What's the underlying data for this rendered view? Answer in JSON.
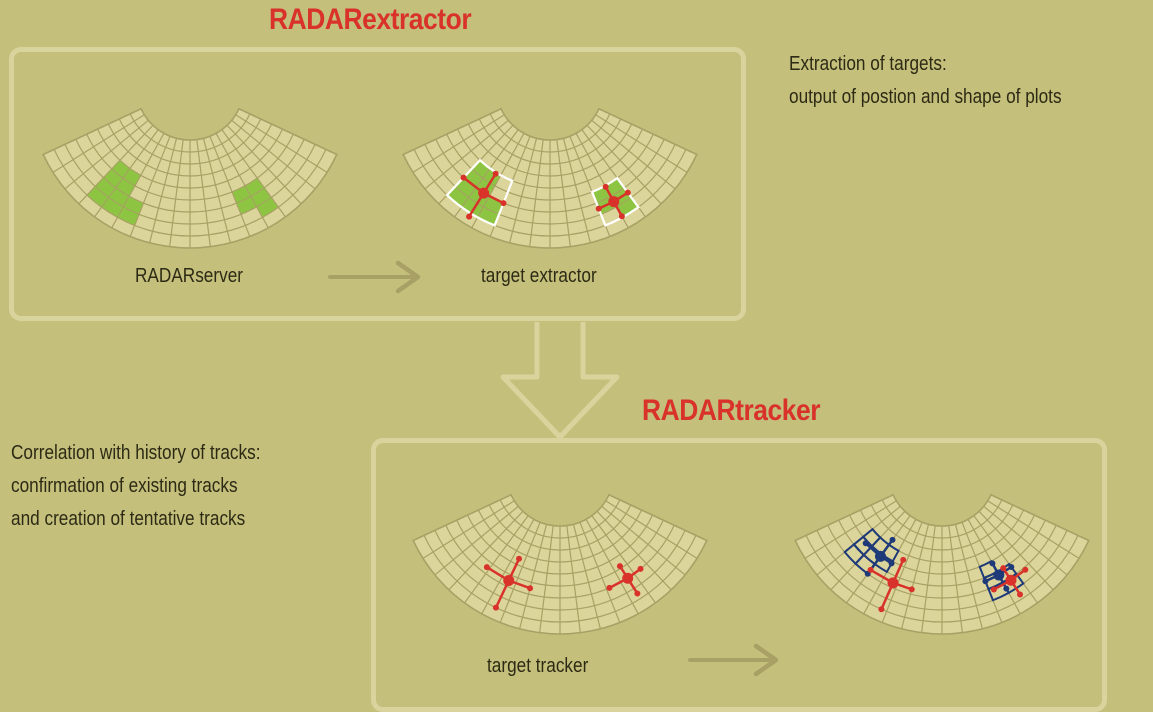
{
  "extractor_section": {
    "title": "RADARextractor",
    "left_label": "RADARserver",
    "right_label": "target extractor",
    "description_lines": [
      "Extraction of targets:",
      "output of postion and shape of plots"
    ]
  },
  "tracker_section": {
    "title": "RADARtracker",
    "left_label": "target tracker",
    "description_lines": [
      "Correlation with history of tracks:",
      "confirmation of existing tracks",
      "and creation of tentative tracks"
    ]
  },
  "colors": {
    "background": "#c5bf7c",
    "box_border": "#d9d49d",
    "sector_fill": "#dcd59b",
    "grid_line": "#a8a064",
    "plot_fill": "#8dc543",
    "plot_outline": "#ffffff",
    "title": "#d8322a",
    "target_marker": "#d8322a",
    "track_marker": "#1f3a78",
    "arrow": "#a8a064"
  }
}
